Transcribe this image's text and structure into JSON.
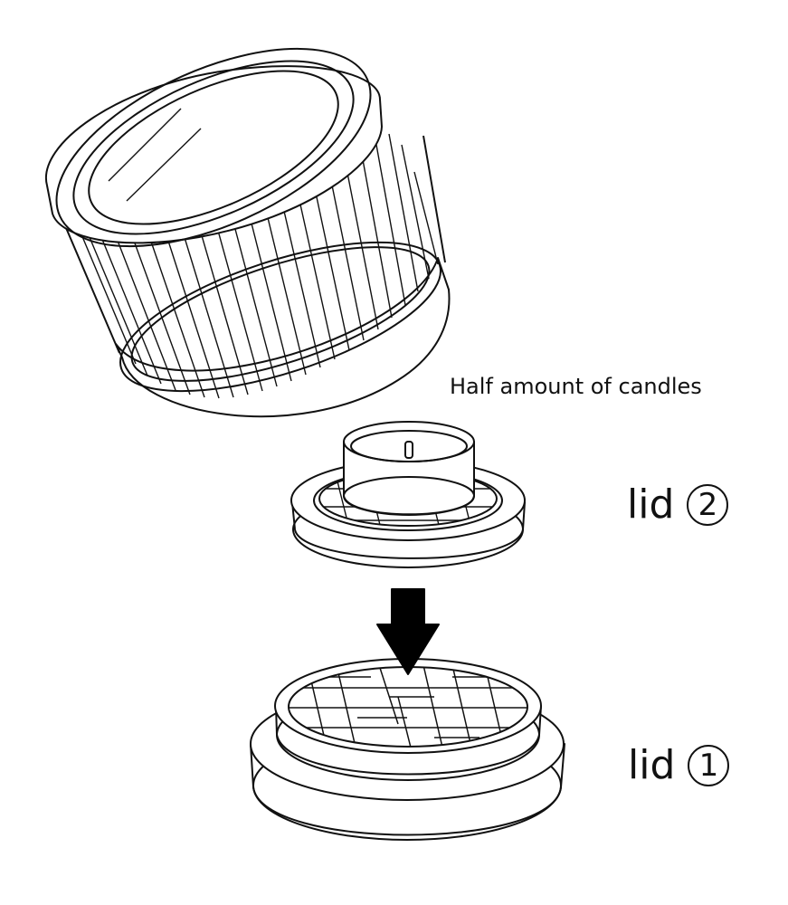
{
  "labels": {
    "candle_caption": "Half amount of candles",
    "lid_upper": {
      "word": "lid",
      "number": "2"
    },
    "lid_lower": {
      "word": "lid",
      "number": "1"
    }
  },
  "colors": {
    "stroke": "#111111",
    "fill": "#ffffff",
    "arrow": "#000000"
  },
  "parts": [
    "cylinder-shade",
    "tealight-candle",
    "lid-2",
    "down-arrow",
    "lid-1"
  ]
}
